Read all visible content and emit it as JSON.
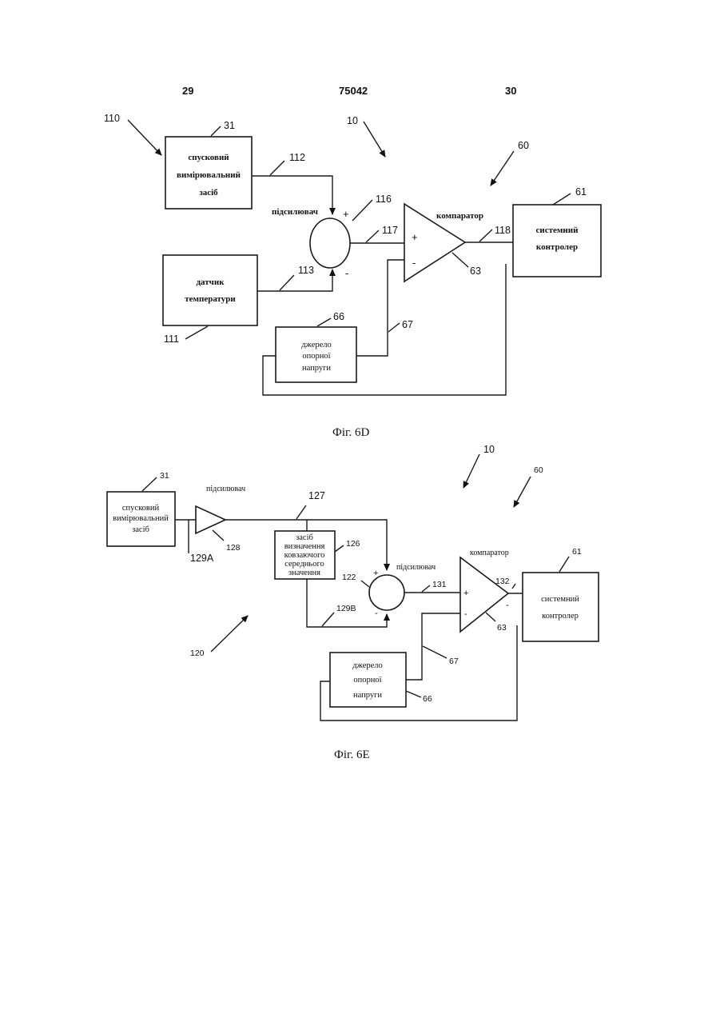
{
  "header": {
    "page_left": "29",
    "patent_number": "75042",
    "page_right": "30"
  },
  "fig_6d": {
    "caption": "Фіг. 6D",
    "trigger_box": [
      "спусковий",
      "вимірювальний",
      "засіб"
    ],
    "temp_sensor_box": [
      "датчик",
      "температури"
    ],
    "reference_box": [
      "джерело",
      "опорної",
      "напруги"
    ],
    "controller_box": [
      "системний",
      "контролер"
    ],
    "amplifier_label": "підсилювач",
    "comparator_label": "компаратор",
    "refs": {
      "r110": "110",
      "r31": "31",
      "r112": "112",
      "r10": "10",
      "r60": "60",
      "r116": "116",
      "r61": "61",
      "r117": "117",
      "r118": "118",
      "r113": "113",
      "r63": "63",
      "r66": "66",
      "r67": "67",
      "r111": "111"
    },
    "signs": {
      "amp_plus": "+",
      "amp_minus": "-",
      "comp_plus": "+",
      "comp_minus": "-"
    }
  },
  "fig_6e": {
    "caption": "Фіг. 6E",
    "trigger_box": [
      "спусковий",
      "вимірювальний",
      "засіб"
    ],
    "moving_avg_box": [
      "засіб",
      "визначення",
      "ковзаючого",
      "середнього",
      "значення"
    ],
    "reference_box": [
      "джерело",
      "опорної",
      "напруги"
    ],
    "controller_box": [
      "системний",
      "контролер"
    ],
    "preamp_label": "підсилювач",
    "amplifier_label": "підсилювач",
    "comparator_label": "компаратор",
    "refs": {
      "r10": "10",
      "r60": "60",
      "r31": "31",
      "r127": "127",
      "r126": "126",
      "r129a": "129А",
      "r128": "128",
      "r122": "122",
      "r131": "131",
      "r132": "132",
      "r61": "61",
      "r129b": "129В",
      "r63": "63",
      "r120": "120",
      "r67": "67",
      "r66": "66"
    },
    "signs": {
      "amp_plus": "+",
      "amp_minus": "-",
      "comp_plus": "+",
      "comp_minus": "-",
      "out_minus": "-"
    }
  }
}
